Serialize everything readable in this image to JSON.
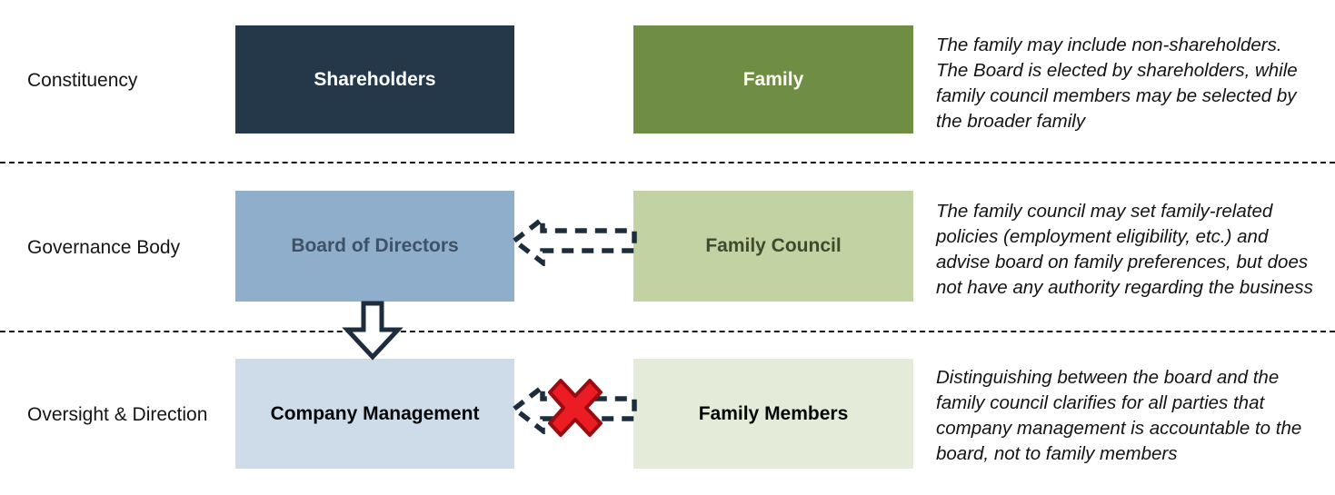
{
  "diagram": {
    "description_rows": [
      {
        "label": "Constituency",
        "left_box": {
          "text": "Shareholders",
          "bg": "#24384A",
          "text_color": "#FFFFFF"
        },
        "right_box": {
          "text": "Family",
          "bg": "#6F8E44",
          "text_color": "#FCFCF2"
        },
        "annotation_lines": [
          "The family may include non-shareholders.",
          "The Board is elected by shareholders, while",
          "family council members may be selected by",
          "the broader family"
        ]
      },
      {
        "label": "Governance Body",
        "left_box": {
          "text": "Board of Directors",
          "bg": "#8FAECB",
          "text_color": "#3F5166"
        },
        "right_box": {
          "text": "Family Council",
          "bg": "#C3D2A2",
          "text_color": "#3E4A30"
        },
        "annotation_lines": [
          "The family council may set family-related",
          "policies (employment eligibility, etc.) and",
          "advise board on family preferences, but does",
          "not have any authority regarding the business"
        ]
      },
      {
        "label": "Oversight & Direction",
        "left_box": {
          "text": "Company Management",
          "bg": "#CEDBE9",
          "text_color": "#060708"
        },
        "right_box": {
          "text": "Family Members",
          "bg": "#E4EBD8",
          "text_color": "#060708"
        },
        "annotation_lines": [
          "Distinguishing between the board and the",
          "family council clarifies for all parties that",
          "company management is accountable to the",
          "board, not to family members"
        ]
      }
    ],
    "connectors": {
      "board_to_management": {
        "type": "hollow-down-arrow",
        "outline": "#1E2D3D",
        "fill": "#FFFFFF"
      },
      "council_to_board": {
        "type": "dashed-left-block-arrow",
        "outline": "#1E2D3D"
      },
      "members_to_management": {
        "type": "dashed-left-block-arrow-blocked",
        "outline": "#1E2D3D",
        "x_fill": "#EC1C24",
        "x_outline": "#9B0C10"
      }
    }
  }
}
